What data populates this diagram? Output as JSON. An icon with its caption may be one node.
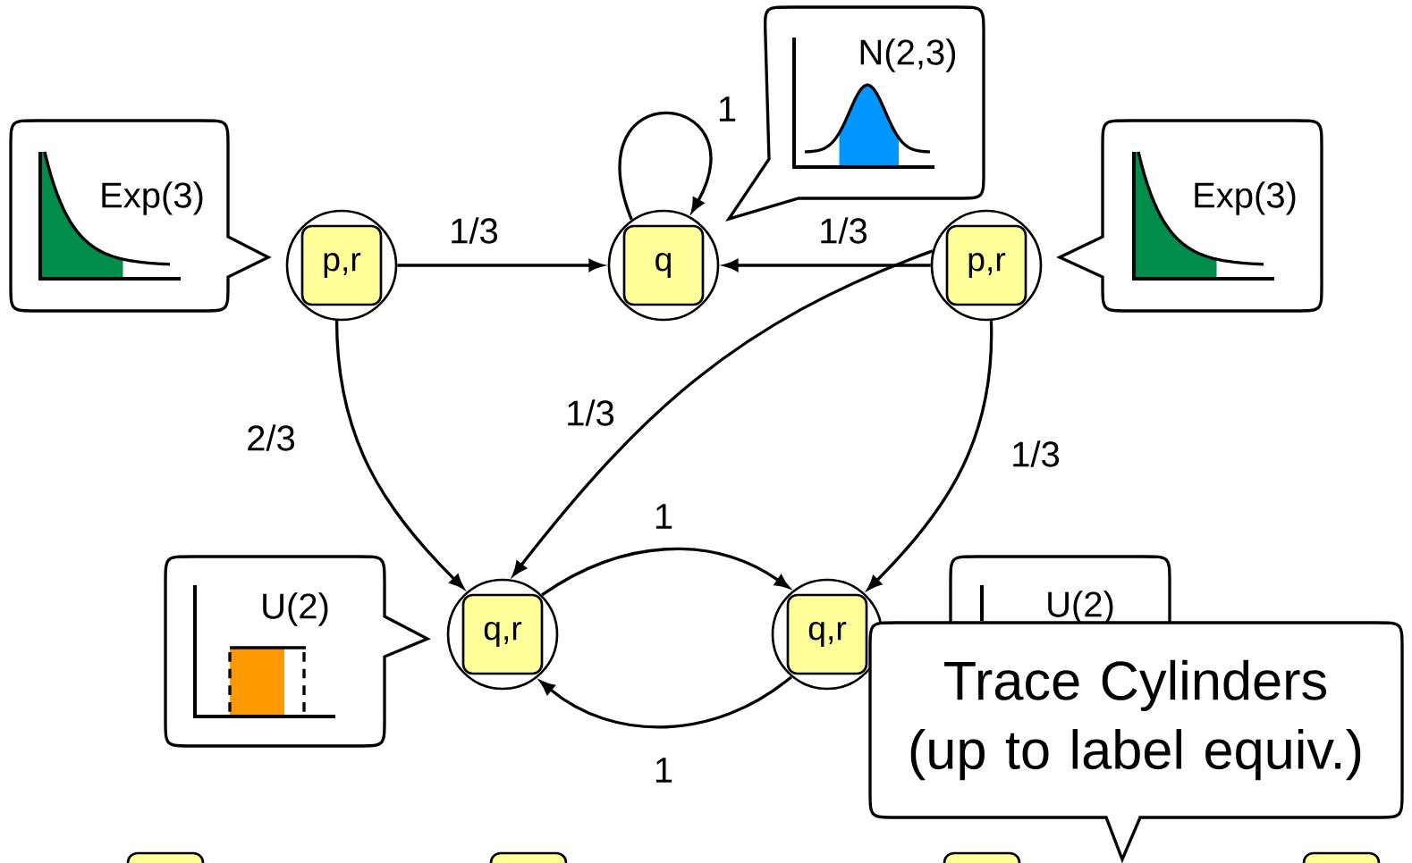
{
  "diagram": {
    "nodes": [
      {
        "text": [
          "p,r"
        ]
      },
      {
        "text": [
          "q"
        ]
      },
      {
        "text": [
          "p,r"
        ]
      },
      {
        "text": [
          "q,r"
        ]
      },
      {
        "text": [
          "q,r"
        ]
      },
      {
        "text": [
          "Exp(3)"
        ]
      },
      {
        "text": [
          "N(2,3)"
        ]
      },
      {
        "text": [
          "Exp(3)"
        ]
      },
      {
        "text": [
          "U(2)"
        ]
      },
      {
        "text": [
          "U(2)"
        ]
      },
      {
        "text": [
          "Trace Cylinders (up to label equiv.)"
        ]
      },
      {
        "text": [],
        "shape": "box"
      },
      {
        "text": [],
        "shape": "box"
      },
      {
        "text": [],
        "shape": "box"
      },
      {
        "text": [],
        "shape": "box"
      }
    ],
    "edges": [
      {
        "from": 1,
        "to": 1,
        "arrow": "to",
        "label": "1"
      },
      {
        "from": 0,
        "to": 1,
        "arrow": "to",
        "label": "1/3"
      },
      {
        "from": 2,
        "to": 1,
        "arrow": "to",
        "label": "1/3"
      },
      {
        "from": 0,
        "to": 3,
        "arrow": "to",
        "label": "2/3"
      },
      {
        "from": 2,
        "to": 3,
        "arrow": "to",
        "label": "1/3"
      },
      {
        "from": 2,
        "to": 4,
        "arrow": "to",
        "label": "1/3"
      },
      {
        "from": 3,
        "to": 4,
        "arrow": "to",
        "label": "1"
      },
      {
        "from": 4,
        "to": 3,
        "arrow": "to",
        "label": "1"
      }
    ]
  }
}
